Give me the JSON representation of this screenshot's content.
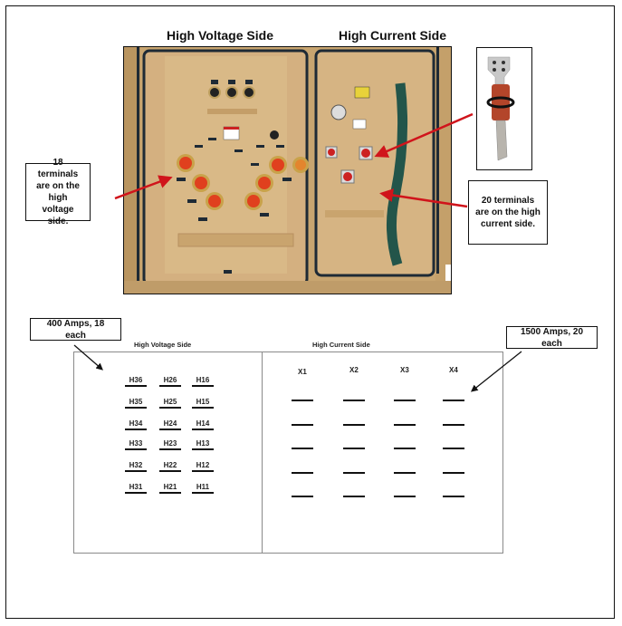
{
  "headers": {
    "high_voltage": "High Voltage Side",
    "high_current": "High Current Side"
  },
  "photo": {
    "subject": "Transformer cabinet with high voltage and high current compartments",
    "insert_subject": "Terminal bushing with spade connector"
  },
  "callouts": {
    "hv_terminals": "18 terminals are on the high voltage side.",
    "hc_terminals": "20 terminals are on the high current side.",
    "hv_rating": "400 Amps, 18 each",
    "hc_rating": "1500 Amps, 20 each"
  },
  "diagram": {
    "hv_title": "High Voltage Side",
    "hc_title": "High Current Side",
    "hv_terminals": [
      [
        "H36",
        "H26",
        "H16"
      ],
      [
        "H35",
        "H25",
        "H15"
      ],
      [
        "H34",
        "H24",
        "H14"
      ],
      [
        "H33",
        "H23",
        "H13"
      ],
      [
        "H32",
        "H22",
        "H12"
      ],
      [
        "H31",
        "H21",
        "H11"
      ]
    ],
    "hc_columns": [
      "X1",
      "X2",
      "X3",
      "X4"
    ],
    "hc_rows": 5
  },
  "colors": {
    "arrow_red": "#d0141b",
    "cabinet_tan": "#c9a673",
    "terminal_red": "#e0401e"
  }
}
